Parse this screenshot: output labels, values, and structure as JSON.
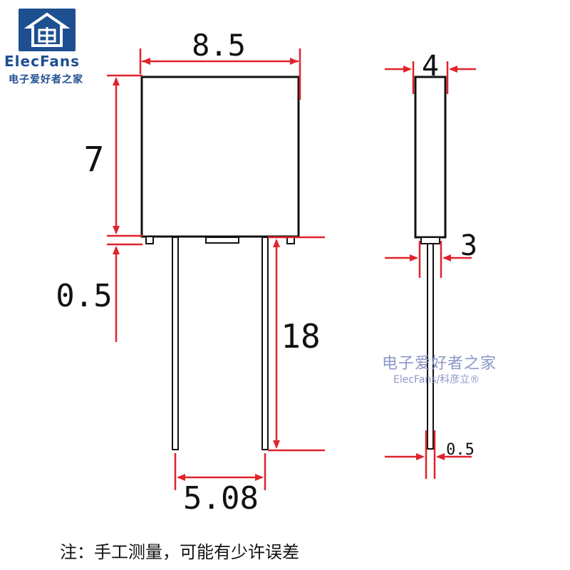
{
  "logo": {
    "brand": "ElecFans",
    "subtitle": "电子爱好者之家",
    "icon": "elecfans-house-logo-icon"
  },
  "watermark": {
    "line1": "电子爱好者之家",
    "line2": "ElecFans/科彦立®"
  },
  "front_view": {
    "width_label": "8.5",
    "height_label": "7",
    "standoff_label": "0.5",
    "lead_length_label": "18",
    "lead_pitch_label": "5.08"
  },
  "side_view": {
    "thickness_label": "4",
    "base_label": "3",
    "lead_diameter_label": "0.5"
  },
  "note": "注：手工测量，可能有少许误差",
  "colors": {
    "dimension_line": "#e0232b",
    "outline": "#111111",
    "brand": "#1d4f91",
    "watermark": "#8d97c9"
  }
}
